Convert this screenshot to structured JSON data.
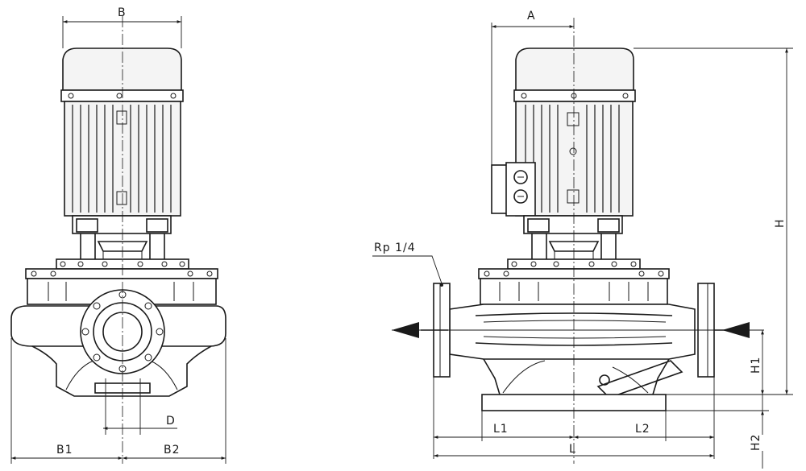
{
  "labels": {
    "B": "B",
    "A": "A",
    "H": "H",
    "H1": "H1",
    "H2": "H2",
    "L": "L",
    "L1": "L1",
    "L2": "L2",
    "B1": "B1",
    "B2": "B2",
    "D": "D",
    "Rp": "Rp 1/4"
  }
}
